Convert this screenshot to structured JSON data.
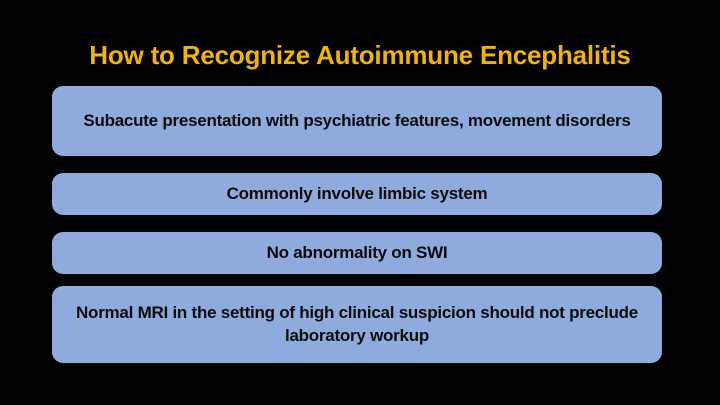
{
  "slide": {
    "background_color": "#000000",
    "title": "How to Recognize Autoimmune Encephalitis",
    "title_color": "#F2B20C",
    "box_fill_color": "#8FAADC",
    "box_text_color": "#0C0C0C",
    "points": [
      {
        "text": "Subacute presentation with psychiatric features, movement disorders",
        "lines": [
          "Subacute presentation with psychiatric features,",
          "movement disorders"
        ]
      },
      {
        "text": "Commonly involve limbic system",
        "lines": [
          "Commonly involve limbic system"
        ]
      },
      {
        "text": "No abnormality on SWI",
        "lines": [
          "No abnormality on SWI"
        ]
      },
      {
        "text": "Normal MRI in the setting of high clinical suspicion should not preclude laboratory workup",
        "lines": [
          "Normal MRI in the setting of high clinical suspicion",
          "should not preclude laboratory workup"
        ]
      }
    ]
  }
}
